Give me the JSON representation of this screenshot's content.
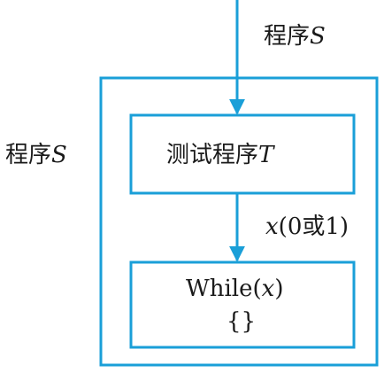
{
  "colors": {
    "box": "#1a9fd8",
    "text": "#1a1a1a"
  },
  "diagram": {
    "top_label": {
      "prefix": "程序",
      "var": "S"
    },
    "outer_label": {
      "prefix": "程序",
      "var": "S"
    },
    "test_box": {
      "prefix": "测试程序",
      "var": "T"
    },
    "edge_label": {
      "var": "x",
      "suffix": "(0或1)"
    },
    "while_box": {
      "line1": {
        "prefix": "While(",
        "var": "x",
        "suffix": ")"
      },
      "line2": "{}"
    }
  }
}
